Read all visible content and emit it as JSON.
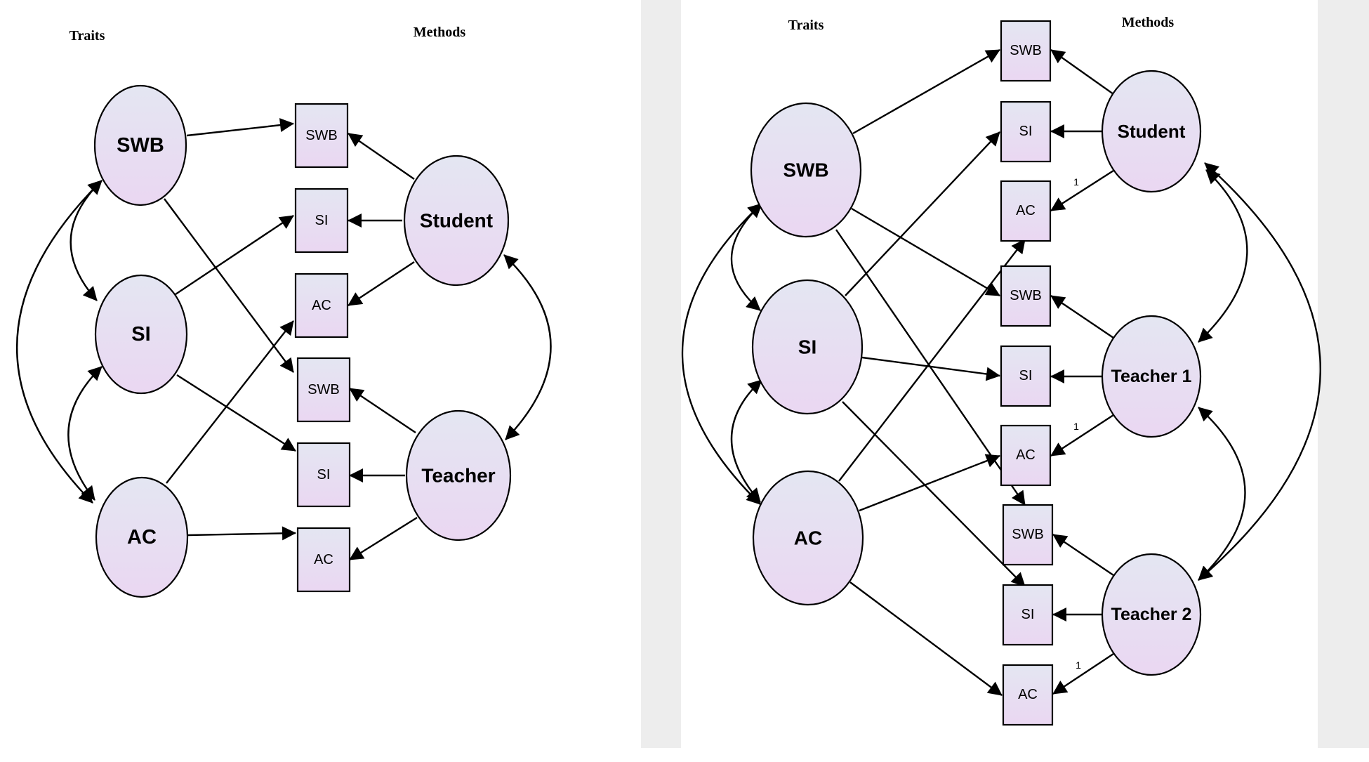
{
  "palette": {
    "node_fill_top": "#e4e6f2",
    "node_fill_bottom": "#ead7f2",
    "stroke": "#000000",
    "band": "#ededed"
  },
  "left_panel": {
    "traits_header": "Traits",
    "methods_header": "Methods",
    "traits": [
      "SWB",
      "SI",
      "AC"
    ],
    "indicators": [
      "SWB",
      "SI",
      "AC",
      "SWB",
      "SI",
      "AC"
    ],
    "methods": [
      "Student",
      "Teacher"
    ]
  },
  "right_panel": {
    "traits_header": "Traits",
    "methods_header": "Methods",
    "traits": [
      "SWB",
      "SI",
      "AC"
    ],
    "indicators": [
      "SWB",
      "SI",
      "AC",
      "SWB",
      "SI",
      "AC",
      "SWB",
      "SI",
      "AC"
    ],
    "methods": [
      "Student",
      "Teacher 1",
      "Teacher 2"
    ],
    "fixed_loading_labels": [
      "1",
      "1",
      "1"
    ]
  }
}
